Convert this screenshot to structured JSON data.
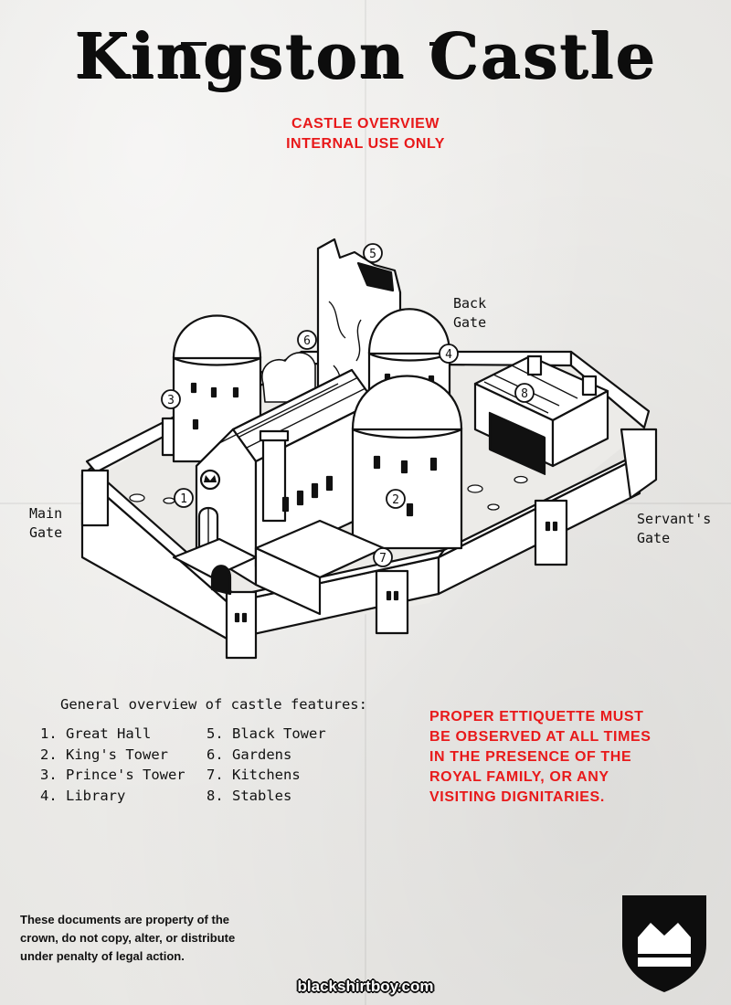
{
  "title": "Kingston Castle",
  "subtitle": {
    "line1": "CASTLE OVERVIEW",
    "line2": "INTERNAL USE ONLY"
  },
  "gate_labels": {
    "main": [
      "Main",
      "Gate"
    ],
    "back": [
      "Back",
      "Gate"
    ],
    "servant": [
      "Servant's",
      "Gate"
    ]
  },
  "markers": [
    "1",
    "2",
    "3",
    "4",
    "5",
    "6",
    "7",
    "8"
  ],
  "overview": {
    "heading": "General overview of castle features:",
    "features_left": [
      "1. Great Hall",
      "2. King's Tower",
      "3. Prince's Tower",
      "4. Library"
    ],
    "features_right": [
      "5. Black Tower",
      "6. Gardens",
      "7. Kitchens",
      "8. Stables"
    ]
  },
  "warning_lines": [
    "PROPER ETTIQUETTE MUST",
    "BE OBSERVED AT ALL TIMES",
    "IN THE PRESENCE OF THE",
    "ROYAL FAMILY, OR ANY",
    "VISITING DIGNITARIES."
  ],
  "notice_lines": [
    "These documents are property of the",
    "crown, do not copy, alter, or distribute",
    "under penalty of legal action."
  ],
  "website": "blackshirtboy.com",
  "colors": {
    "accent_red": "#e8191a",
    "ink": "#111111",
    "paper": "#efeeec"
  },
  "icons": [
    "crown-shield-icon"
  ]
}
